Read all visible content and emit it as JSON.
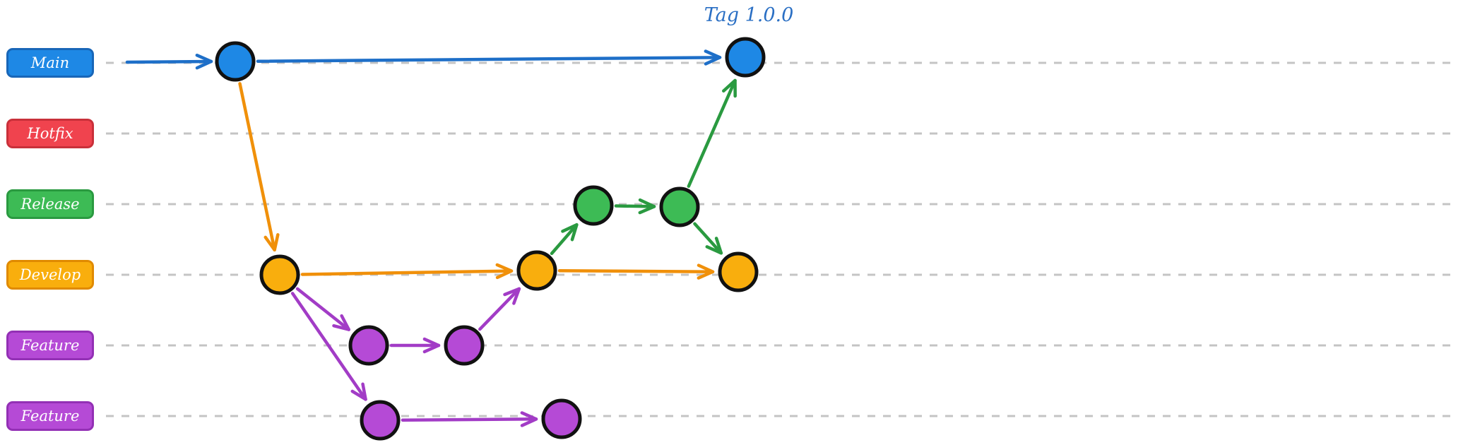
{
  "branches": [
    {
      "id": "main",
      "label": "Main",
      "color": "#1e88e5",
      "stroke": "#1866b8"
    },
    {
      "id": "hotfix",
      "label": "Hotfix",
      "color": "#f0434e",
      "stroke": "#c9303a"
    },
    {
      "id": "release",
      "label": "Release",
      "color": "#3dbb55",
      "stroke": "#2a9a40"
    },
    {
      "id": "develop",
      "label": "Develop",
      "color": "#f9ae0d",
      "stroke": "#e08a00"
    },
    {
      "id": "feature-1",
      "label": "Feature",
      "color": "#b54ad6",
      "stroke": "#9330b5"
    },
    {
      "id": "feature-2",
      "label": "Feature",
      "color": "#b54ad6",
      "stroke": "#9330b5"
    }
  ],
  "tag": {
    "label": "Tag 1.0.0",
    "color": "#2a6fc4"
  },
  "commits": [
    {
      "id": "c-main-1",
      "branch": "main"
    },
    {
      "id": "c-main-2",
      "branch": "main"
    },
    {
      "id": "c-dev-1",
      "branch": "develop"
    },
    {
      "id": "c-dev-2",
      "branch": "develop"
    },
    {
      "id": "c-dev-3",
      "branch": "develop"
    },
    {
      "id": "c-rel-1",
      "branch": "release"
    },
    {
      "id": "c-rel-2",
      "branch": "release"
    },
    {
      "id": "c-feat1-1",
      "branch": "feature-1"
    },
    {
      "id": "c-feat1-2",
      "branch": "feature-1"
    },
    {
      "id": "c-feat2-1",
      "branch": "feature-2"
    },
    {
      "id": "c-feat2-2",
      "branch": "feature-2"
    }
  ],
  "edges": [
    {
      "from": "c-main-1",
      "to": "c-main-2",
      "color": "#1e6fc8"
    },
    {
      "from": "c-main-1",
      "to": "c-dev-1",
      "color": "#f0900a"
    },
    {
      "from": "c-dev-1",
      "to": "c-dev-2",
      "color": "#f0900a"
    },
    {
      "from": "c-dev-2",
      "to": "c-dev-3",
      "color": "#f0900a"
    },
    {
      "from": "c-dev-1",
      "to": "c-feat1-1",
      "color": "#a23cc6"
    },
    {
      "from": "c-dev-1",
      "to": "c-feat2-1",
      "color": "#a23cc6"
    },
    {
      "from": "c-feat1-1",
      "to": "c-feat1-2",
      "color": "#a23cc6"
    },
    {
      "from": "c-feat1-2",
      "to": "c-dev-2",
      "color": "#a23cc6"
    },
    {
      "from": "c-feat2-1",
      "to": "c-feat2-2",
      "color": "#a23cc6"
    },
    {
      "from": "c-dev-2",
      "to": "c-rel-1",
      "color": "#2a9a40"
    },
    {
      "from": "c-rel-1",
      "to": "c-rel-2",
      "color": "#2a9a40"
    },
    {
      "from": "c-rel-2",
      "to": "c-main-2",
      "color": "#2a9a40"
    },
    {
      "from": "c-rel-2",
      "to": "c-dev-3",
      "color": "#2a9a40"
    }
  ]
}
